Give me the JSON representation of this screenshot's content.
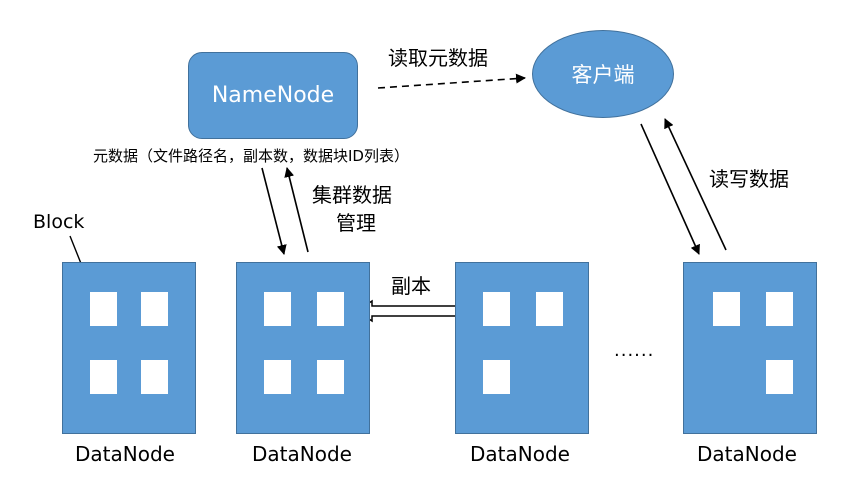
{
  "namenode": {
    "label": "NameNode"
  },
  "client": {
    "label": "客户端"
  },
  "edges": {
    "read_metadata": "读取元数据",
    "metadata": "元数据（文件路径名，副本数，数据块ID列表）",
    "cluster_mgmt_line1": "集群数据",
    "cluster_mgmt_line2": "管理",
    "read_write": "读写数据",
    "replica": "副本"
  },
  "block_label": "Block",
  "ellipsis": "......",
  "datanodes": [
    {
      "label": "DataNode"
    },
    {
      "label": "DataNode"
    },
    {
      "label": "DataNode"
    },
    {
      "label": "DataNode"
    }
  ],
  "colors": {
    "node_fill": "#5b9bd5",
    "node_border": "#41719c",
    "block_fill": "#ffffff"
  }
}
